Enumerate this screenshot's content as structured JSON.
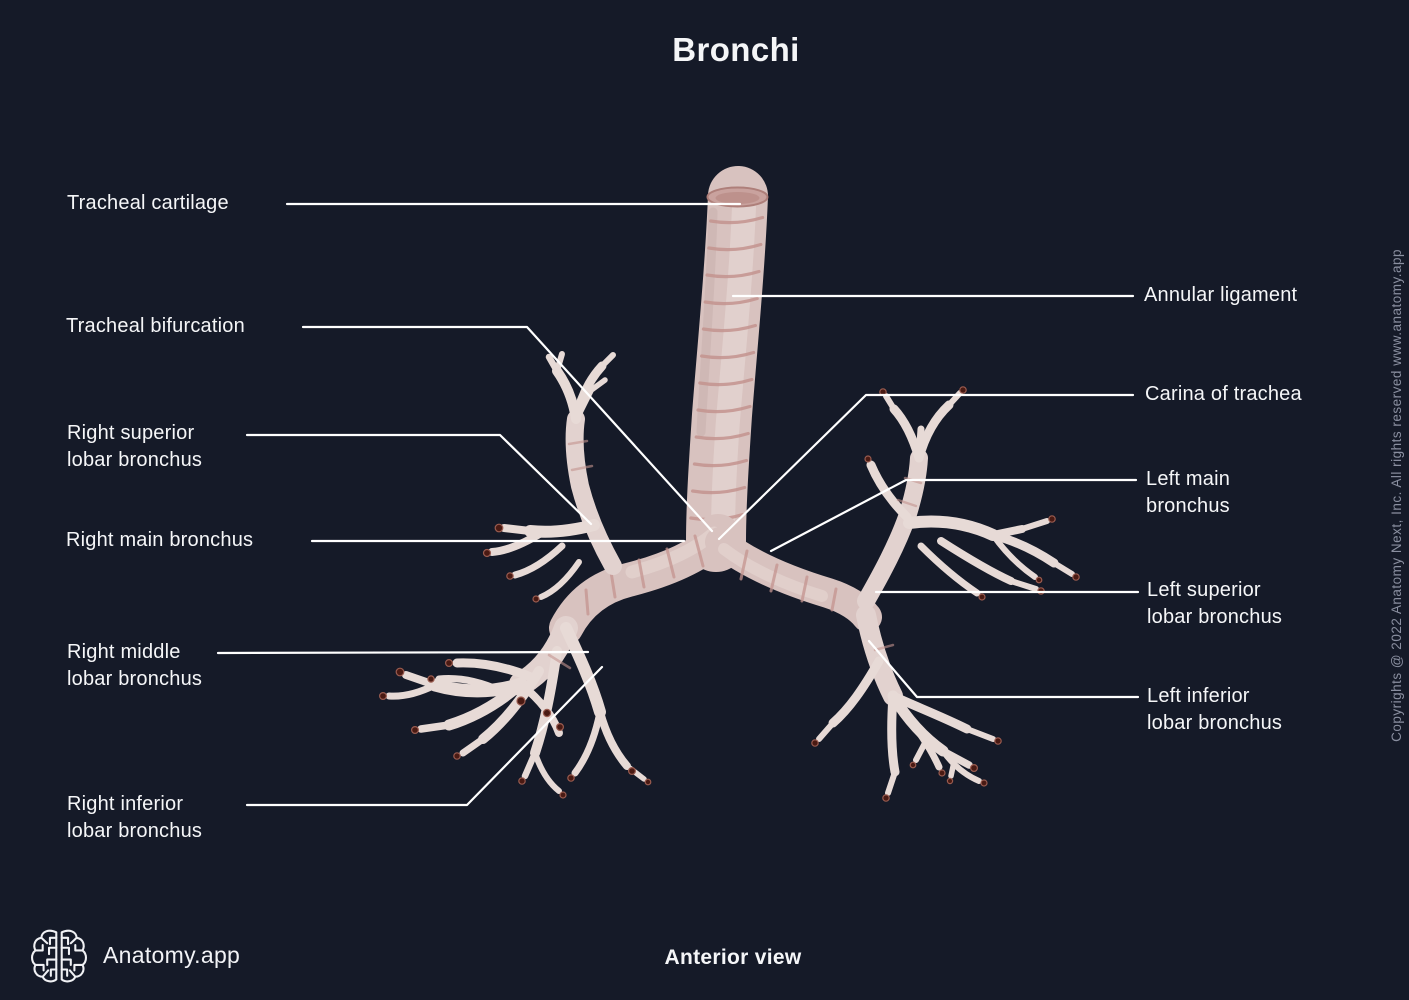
{
  "title": "Bronchi",
  "view_label": "Anterior view",
  "brand": {
    "name": "Anatomy.app",
    "logo_icon": "brain-icon"
  },
  "copyright": "Copyrights @ 2022 Anatomy Next, Inc. All rights reserved www.anatomy.app",
  "labels": {
    "tracheal_cartilage": "Tracheal cartilage",
    "tracheal_bifurcation": "Tracheal bifurcation",
    "right_superior_lobar_bronchus": "Right superior\nlobar bronchus",
    "right_main_bronchus": "Right main bronchus",
    "right_middle_lobar_bronchus": "Right middle\nlobar bronchus",
    "right_inferior_lobar_bronchus": "Right inferior\nlobar bronchus",
    "annular_ligament": "Annular ligament",
    "carina_of_trachea": "Carina of trachea",
    "left_main_bronchus": "Left main\nbronchus",
    "left_superior_lobar_bronchus": "Left superior\nlobar bronchus",
    "left_inferior_lobar_bronchus": "Left inferior\nlobar bronchus"
  },
  "colors": {
    "bg": "#151a28",
    "text": "#f5f6f8",
    "line": "#ffffff",
    "muted": "#8a8fa0",
    "flesh": "#d8c2bf",
    "flesh-light": "#eadcd8",
    "groove": "#c4948f",
    "twig": "#e7dad6",
    "tip": "#4a1a13"
  }
}
